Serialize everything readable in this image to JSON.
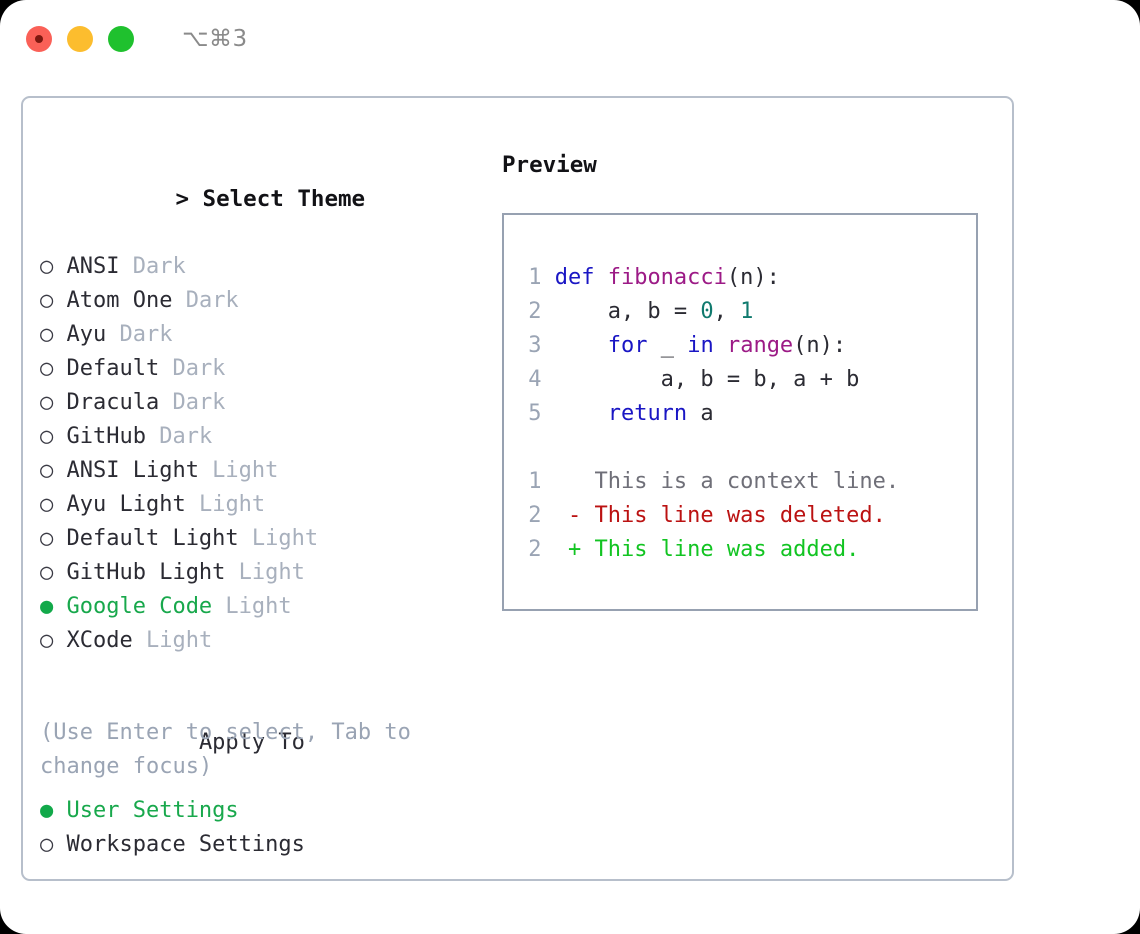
{
  "titlebar": {
    "shortcut": "⌥⌘3",
    "buttons": [
      "close",
      "minimize",
      "maximize"
    ]
  },
  "theme_picker": {
    "heading": "Select Theme",
    "focus_marker": ">",
    "bullet_selected": "●",
    "bullet_unselected": "○",
    "items": [
      {
        "name": "ANSI",
        "category": "Dark",
        "selected": false
      },
      {
        "name": "Atom One",
        "category": "Dark",
        "selected": false
      },
      {
        "name": "Ayu",
        "category": "Dark",
        "selected": false
      },
      {
        "name": "Default",
        "category": "Dark",
        "selected": false
      },
      {
        "name": "Dracula",
        "category": "Dark",
        "selected": false
      },
      {
        "name": "GitHub",
        "category": "Dark",
        "selected": false
      },
      {
        "name": "ANSI Light",
        "category": "Light",
        "selected": false
      },
      {
        "name": "Ayu Light",
        "category": "Light",
        "selected": false
      },
      {
        "name": "Default Light",
        "category": "Light",
        "selected": false
      },
      {
        "name": "GitHub Light",
        "category": "Light",
        "selected": false
      },
      {
        "name": "Google Code",
        "category": "Light",
        "selected": true
      },
      {
        "name": "XCode",
        "category": "Light",
        "selected": false
      }
    ]
  },
  "apply_to": {
    "heading": "Apply To",
    "items": [
      {
        "name": "User Settings",
        "selected": true
      },
      {
        "name": "Workspace Settings",
        "selected": false
      }
    ]
  },
  "hint": "(Use Enter to select, Tab to change focus)",
  "preview": {
    "title": "Preview",
    "code_lines": [
      {
        "number": "1",
        "tokens": [
          {
            "t": "def ",
            "c": "kw"
          },
          {
            "t": "fibonacci",
            "c": "fn"
          },
          {
            "t": "(n):",
            "c": "plain"
          }
        ]
      },
      {
        "number": "2",
        "tokens": [
          {
            "t": "    a, b = ",
            "c": "plain"
          },
          {
            "t": "0",
            "c": "num"
          },
          {
            "t": ", ",
            "c": "plain"
          },
          {
            "t": "1",
            "c": "num"
          }
        ]
      },
      {
        "number": "3",
        "tokens": [
          {
            "t": "    ",
            "c": "plain"
          },
          {
            "t": "for",
            "c": "kw"
          },
          {
            "t": " _ ",
            "c": "plain"
          },
          {
            "t": "in",
            "c": "kw"
          },
          {
            "t": " ",
            "c": "plain"
          },
          {
            "t": "range",
            "c": "fn"
          },
          {
            "t": "(n):",
            "c": "plain"
          }
        ]
      },
      {
        "number": "4",
        "tokens": [
          {
            "t": "        a, b = b, a + b",
            "c": "plain"
          }
        ]
      },
      {
        "number": "5",
        "tokens": [
          {
            "t": "    ",
            "c": "plain"
          },
          {
            "t": "return",
            "c": "kw"
          },
          {
            "t": " a",
            "c": "plain"
          }
        ]
      }
    ],
    "diff_lines": [
      {
        "number": "1",
        "marker": " ",
        "text": "This is a context line.",
        "kind": "ctx"
      },
      {
        "number": "2",
        "marker": "-",
        "text": "This line was deleted.",
        "kind": "del"
      },
      {
        "number": "2",
        "marker": "+",
        "text": "This line was added.",
        "kind": "add"
      }
    ]
  },
  "colors": {
    "selected_green": "#18a84c",
    "bullet_green": "#12a94a",
    "category_gray": "#a8b0bd",
    "hint_gray": "#9aa4b4",
    "card_border": "#b7bfcb",
    "preview_border": "#97a1b1",
    "keyword_blue": "#1a16c4",
    "function_magenta": "#9c1a86",
    "number_teal": "#107a6e",
    "diff_deleted_red": "#bb1212",
    "diff_added_green": "#12c422",
    "dot_red": "#fa6057",
    "dot_yellow": "#fcbd2e",
    "dot_green": "#1fc12e"
  }
}
